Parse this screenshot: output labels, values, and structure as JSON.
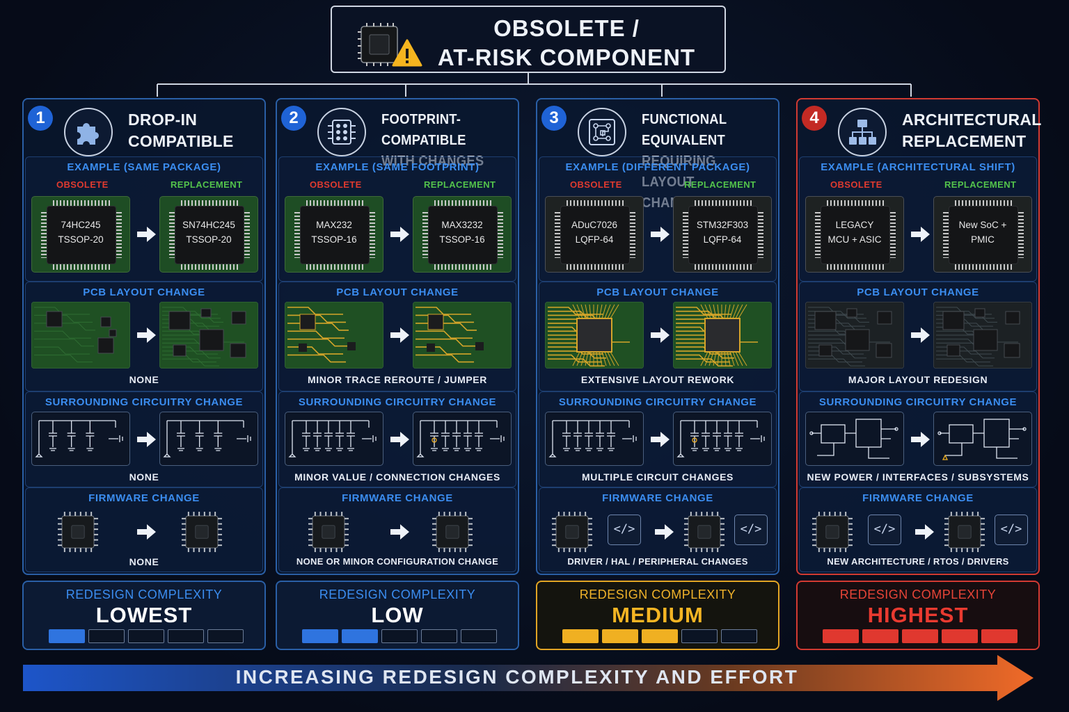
{
  "header": {
    "title_line1": "OBSOLETE /",
    "title_line2": "AT-RISK COMPONENT",
    "icons": [
      "chip-icon",
      "warning-icon"
    ]
  },
  "section_labels": {
    "pcb": "PCB LAYOUT CHANGE",
    "circuitry": "SURROUNDING CIRCUITRY CHANGE",
    "firmware": "FIRMWARE CHANGE",
    "obsolete": "OBSOLETE",
    "replacement": "REPLACEMENT",
    "complexity": "REDESIGN COMPLEXITY"
  },
  "columns": [
    {
      "number": "1",
      "title_line1": "DROP-IN",
      "title_line2": "COMPATIBLE",
      "icon": "puzzle-icon",
      "example_label": "EXAMPLE (SAME PACKAGE)",
      "obsolete_part": [
        "74HC245",
        "TSSOP-20"
      ],
      "replacement_part": [
        "SN74HC245",
        "TSSOP-20"
      ],
      "pcb_change": "NONE",
      "circuit_change": "NONE",
      "firmware_change": "NONE",
      "complexity": "LOWEST",
      "level": 1
    },
    {
      "number": "2",
      "title_line1": "FOOTPRINT-COMPATIBLE",
      "title_line2": "WITH CHANGES",
      "icon": "footprint-grid-icon",
      "example_label": "EXAMPLE (SAME FOOTPRINT)",
      "obsolete_part": [
        "MAX232",
        "TSSOP-16"
      ],
      "replacement_part": [
        "MAX3232",
        "TSSOP-16"
      ],
      "pcb_change": "MINOR TRACE REROUTE / JUMPER",
      "circuit_change": "MINOR VALUE / CONNECTION CHANGES",
      "firmware_change": "NONE OR MINOR CONFIGURATION CHANGE",
      "complexity": "LOW",
      "level": 2
    },
    {
      "number": "3",
      "title_line1": "FUNCTIONAL EQUIVALENT",
      "title_line2": "REQUIRING LAYOUT CHANGES",
      "icon": "circuit-board-icon",
      "example_label": "EXAMPLE (DIFFERENT PACKAGE)",
      "obsolete_part": [
        "ADuC7026",
        "LQFP-64"
      ],
      "replacement_part": [
        "STM32F303",
        "LQFP-64"
      ],
      "pcb_change": "EXTENSIVE LAYOUT REWORK",
      "circuit_change": "MULTIPLE CIRCUIT CHANGES",
      "firmware_change": "DRIVER / HAL / PERIPHERAL CHANGES",
      "complexity": "MEDIUM",
      "level": 3
    },
    {
      "number": "4",
      "title_line1": "ARCHITECTURAL",
      "title_line2": "REPLACEMENT",
      "icon": "hierarchy-icon",
      "example_label": "EXAMPLE (ARCHITECTURAL SHIFT)",
      "obsolete_part": [
        "LEGACY",
        "MCU + ASIC"
      ],
      "replacement_part": [
        "New SoC +",
        "PMIC"
      ],
      "pcb_change": "MAJOR LAYOUT REDESIGN",
      "circuit_change": "NEW POWER / INTERFACES / SUBSYSTEMS",
      "firmware_change": "NEW ARCHITECTURE / RTOS / DRIVERS",
      "complexity": "HIGHEST",
      "level": 5
    }
  ],
  "meter_segments": 5,
  "colors": {
    "blue": "#2f74df",
    "amber": "#f0b022",
    "red": "#e0382f",
    "obsolete": "#e03a2f",
    "replacement": "#53c24b"
  },
  "footer": {
    "arrow_text": "INCREASING REDESIGN COMPLEXITY AND EFFORT"
  }
}
